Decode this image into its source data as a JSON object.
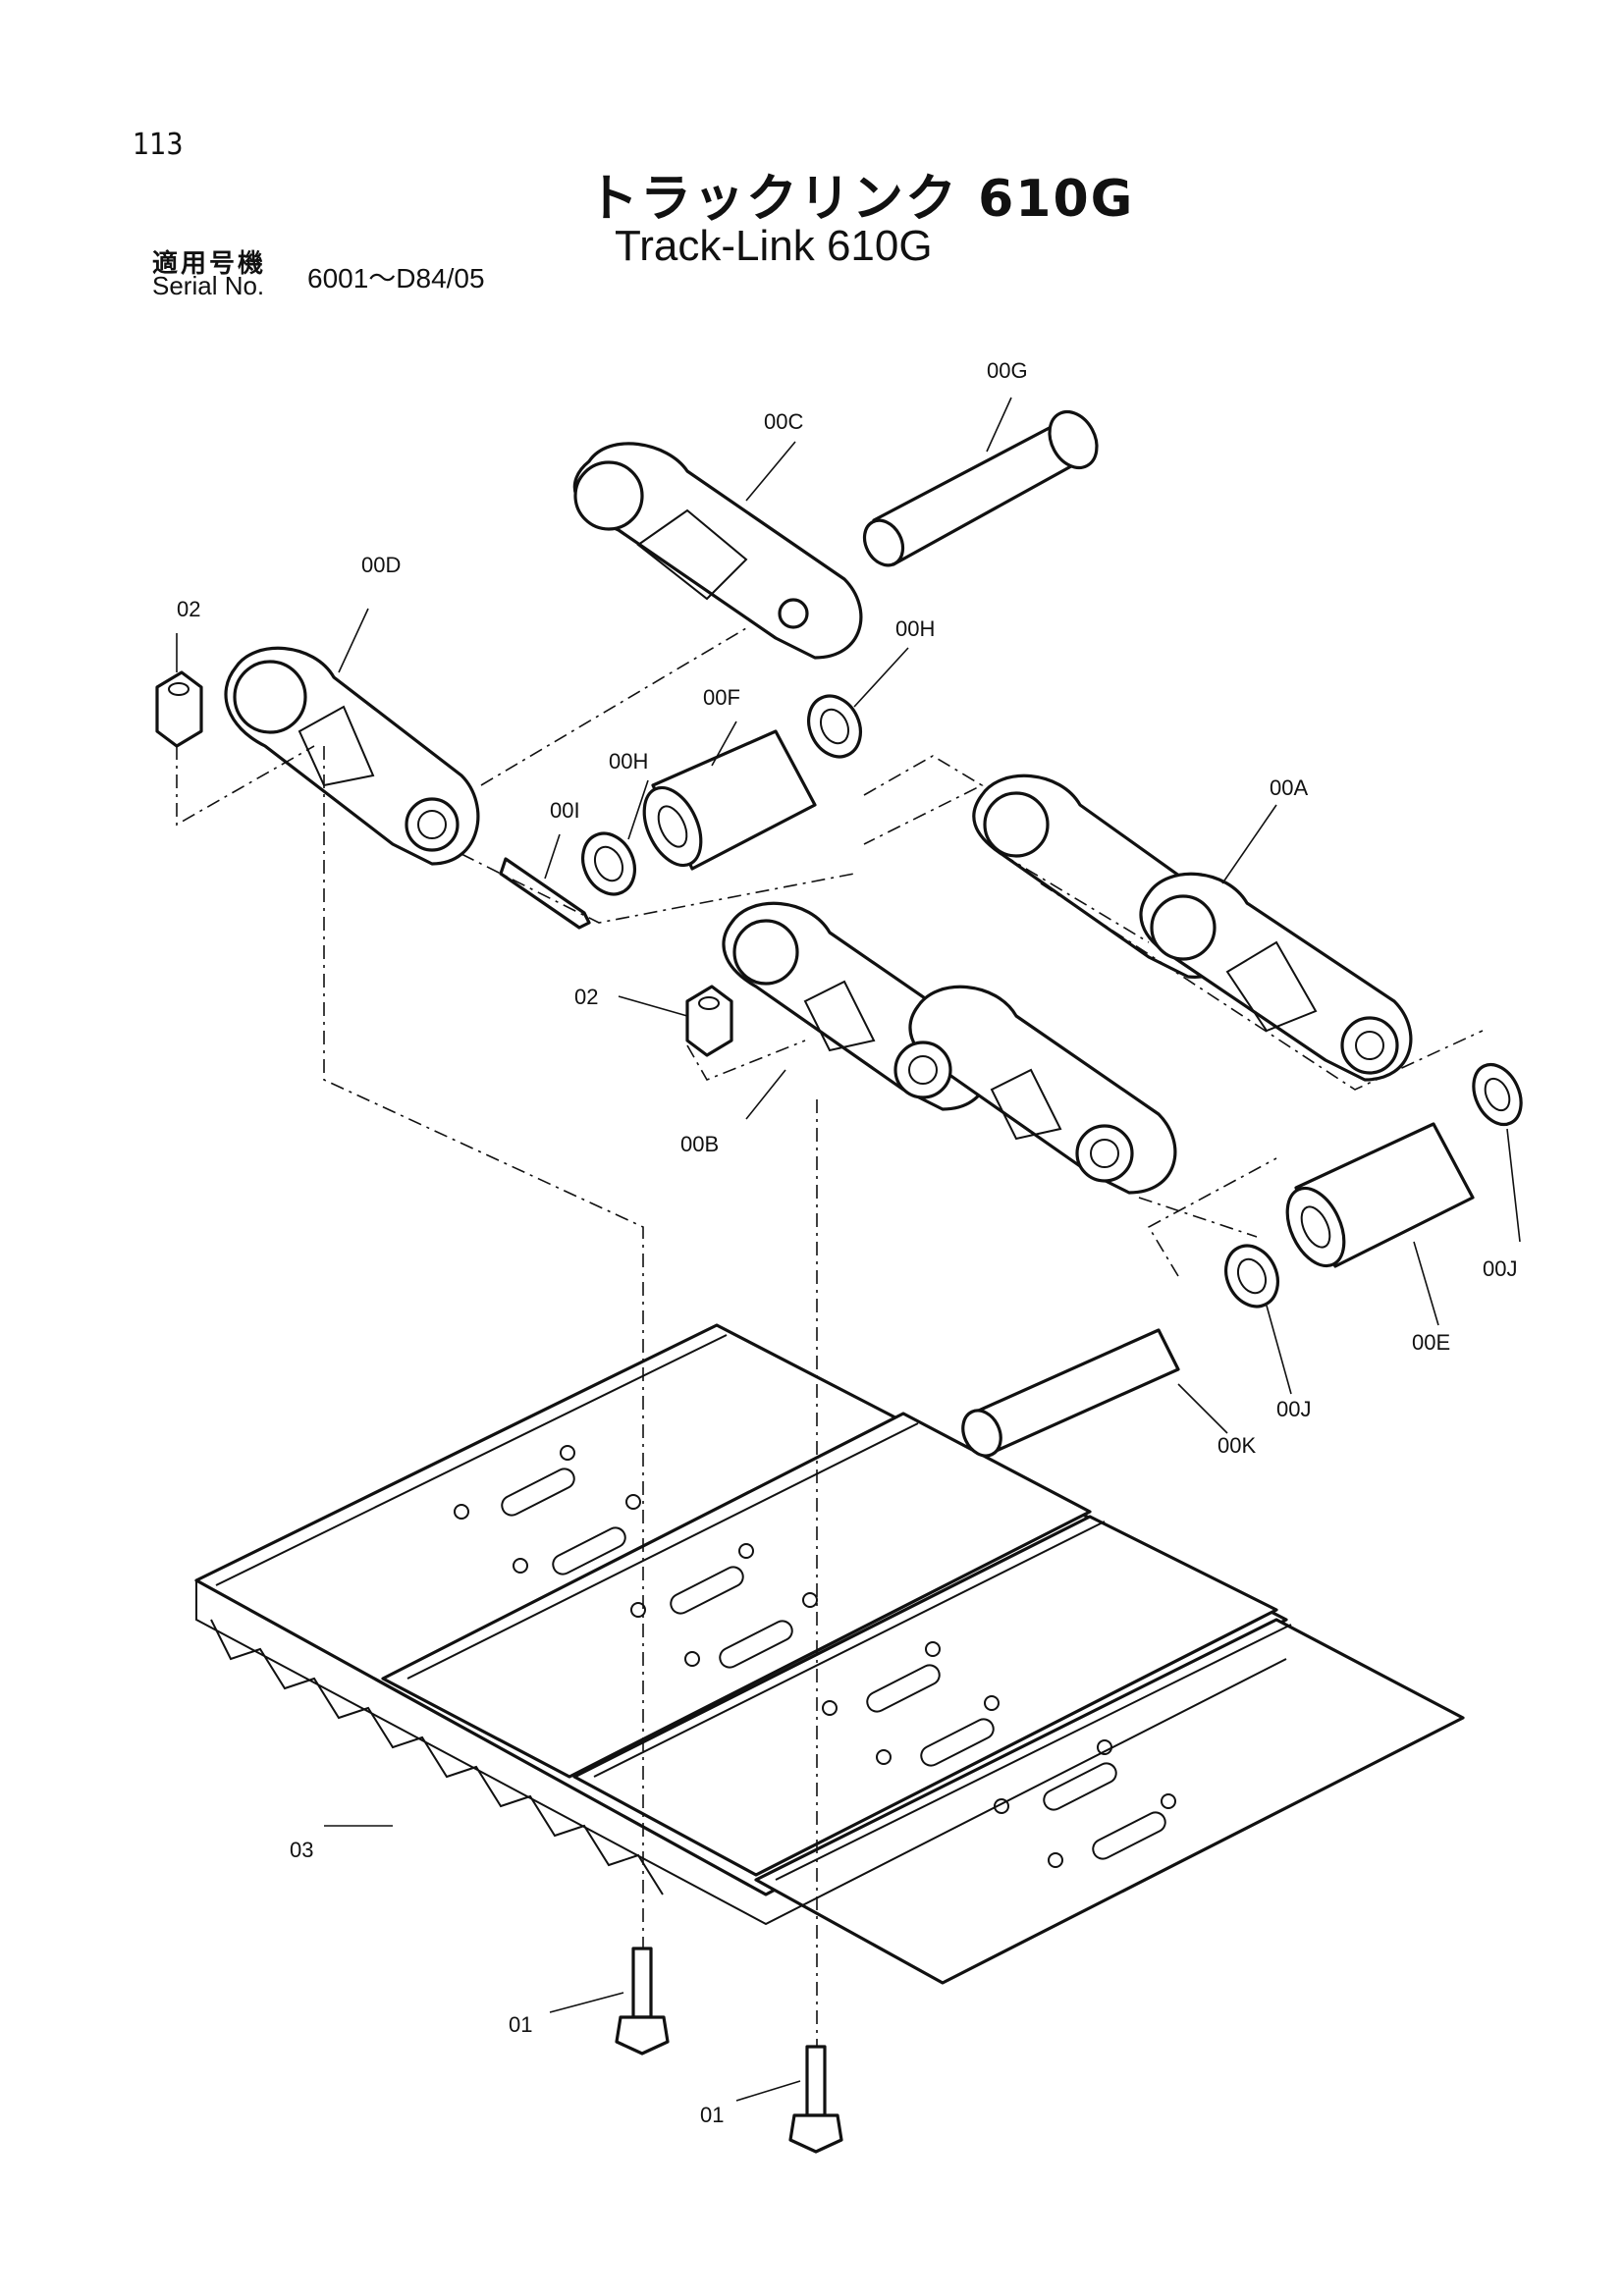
{
  "header": {
    "page_number": "113",
    "title_ja": "トラックリンク 610G",
    "title_en": "Track-Link 610G",
    "serial_label_ja": "適用号機",
    "serial_label_en": "Serial No.",
    "serial_range": "6001～D84/05"
  },
  "callouts": {
    "c00G": "00G",
    "c00C": "00C",
    "c00D": "00D",
    "c02a": "02",
    "c00H_top": "00H",
    "c00F": "00F",
    "c00H_mid": "00H",
    "c00I": "00I",
    "c00A": "00A",
    "c02b": "02",
    "c00B": "00B",
    "c00J_right": "00J",
    "c00E": "00E",
    "c00J_low": "00J",
    "c00K": "00K",
    "c03": "03",
    "c01a": "01",
    "c01b": "01"
  }
}
